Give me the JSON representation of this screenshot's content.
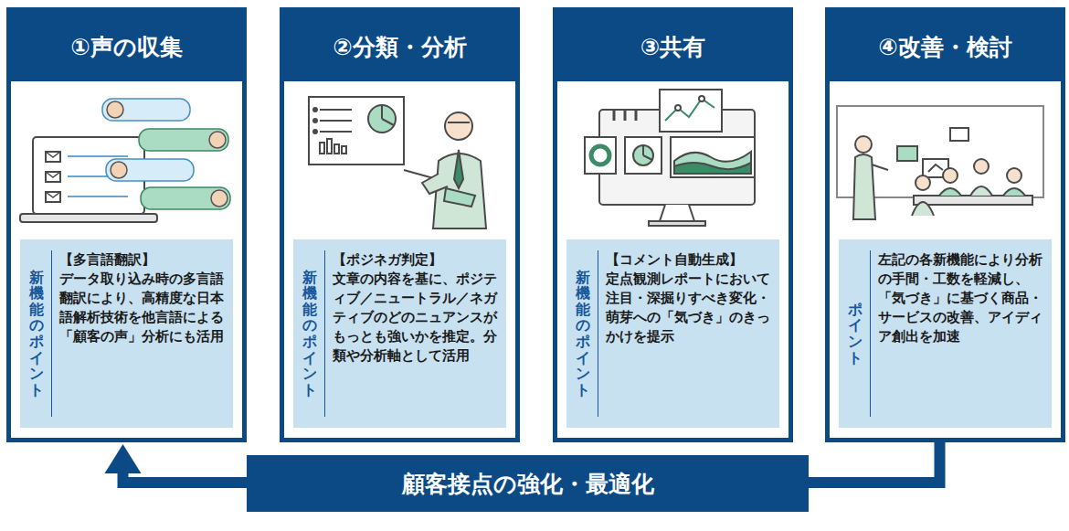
{
  "diagram": {
    "nodes": [
      {
        "text": [
          "①声の収集"
        ]
      },
      {
        "text": [
          "新機能のポイント",
          "【多言語翻訳】",
          "データ取り込み時の多言語翻訳により、高精度な日本語解析技術を他言語による「顧客の声」分析にも活用"
        ],
        "in": 0
      },
      {
        "text": [
          "②分類・分析"
        ]
      },
      {
        "text": [
          "新機能のポイント",
          "【ポジネガ判定】",
          "文章の内容を基に、ポジティブ／ニュートラル／ネガティブのどのニュアンスがもっとも強いかを推定。分類や分析軸として活用"
        ],
        "in": 2
      },
      {
        "text": [
          "③共有"
        ]
      },
      {
        "text": [
          "新機能のポイント",
          "【コメント自動生成】",
          "定点観測レポートにおいて注目・深掘りすべき変化・萌芽への「気づき」のきっかけを提示"
        ],
        "in": 4
      },
      {
        "text": [
          "④改善・検討"
        ]
      },
      {
        "text": [
          "ポイント",
          "左記の各新機能により分析の手間・工数を軽減し、「気づき」に基づく商品・サービスの改善、アイディア創出を加速"
        ],
        "in": 6
      }
    ],
    "edges": [
      {
        "from": 6,
        "to": 0,
        "arrow": "to",
        "label": "顧客接点の強化・最適化"
      }
    ]
  }
}
